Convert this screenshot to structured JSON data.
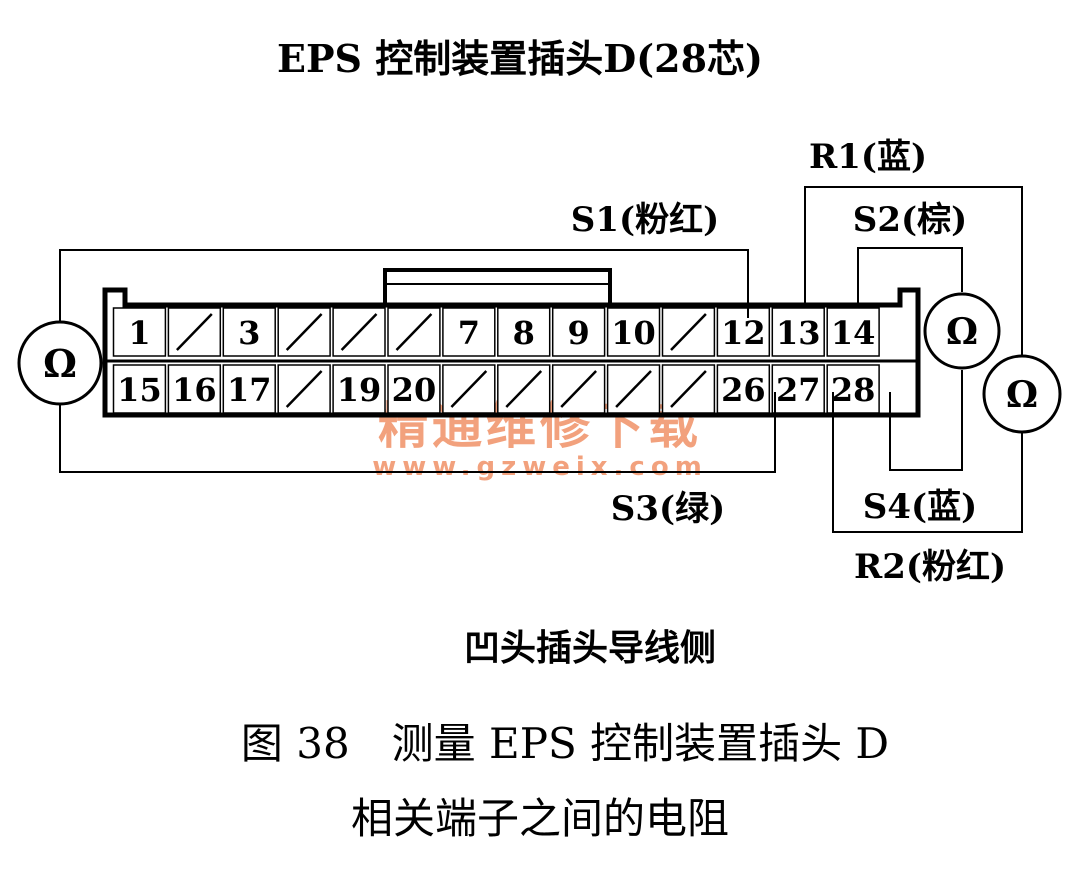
{
  "title": "EPS 控制装置插头D(28芯)",
  "side_label": "凹头插头导线侧",
  "caption": {
    "line1": "图 38　测量 EPS 控制装置插头 D",
    "line2": "相关端子之间的电阻"
  },
  "meter_symbol": "Ω",
  "wires": {
    "r1": "R1(蓝)",
    "s2": "S2(棕)",
    "s1": "S1(粉红)",
    "s3": "S3(绿)",
    "s4": "S4(蓝)",
    "r2": "R2(粉红)"
  },
  "connector": {
    "top_row": [
      "1",
      "",
      "3",
      "",
      "",
      "",
      "7",
      "8",
      "9",
      "10",
      "",
      "12",
      "13",
      "14"
    ],
    "bottom_row": [
      "15",
      "16",
      "17",
      "",
      "19",
      "20",
      "",
      "",
      "",
      "",
      "",
      "26",
      "27",
      "28"
    ]
  },
  "watermark": {
    "cn": "精通维修下载",
    "url": "www.gzweix.com",
    "color": "#f08a5d"
  }
}
